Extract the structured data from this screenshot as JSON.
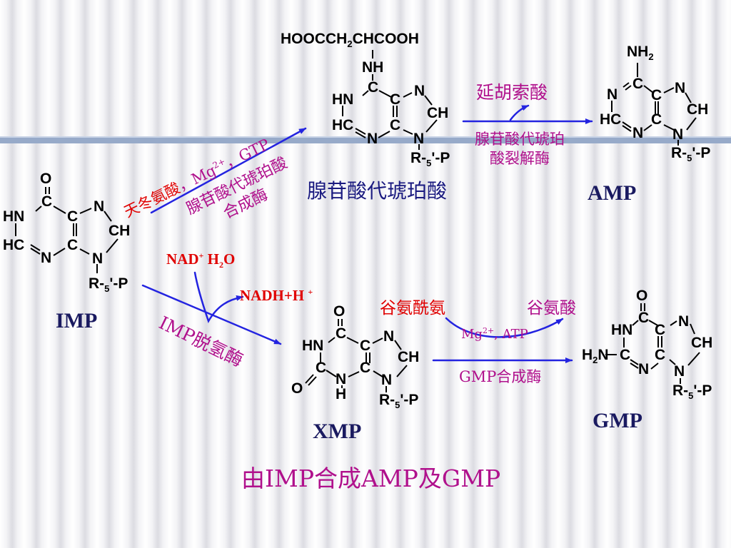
{
  "diagram": {
    "title": "由IMP合成AMP及GMP",
    "compounds": {
      "imp": {
        "name": "IMP",
        "ring_atoms": {
          "o": "O",
          "c6": "C",
          "hn": "HN",
          "c5": "C",
          "n7": "N",
          "hc2": "HC",
          "n3": "N",
          "c4": "C",
          "ch8": "CH",
          "n9": "N",
          "r": "R-",
          "sub5": "5",
          "p": "'-P"
        }
      },
      "adenylosuccinate": {
        "name": "腺苷酸代琥珀酸",
        "top_group": "HOOCCH",
        "top_sub": "2",
        "top_tail": "CHCOOH",
        "nh": "NH",
        "ring_atoms": {
          "c6": "C",
          "hn": "HN",
          "c5": "C",
          "n7": "N",
          "hc2": "HC",
          "n3": "N",
          "c4": "C",
          "ch8": "CH",
          "n9": "N",
          "r": "R-",
          "sub5": "5",
          "p": "'-P"
        }
      },
      "amp": {
        "name": "AMP",
        "nh2": "NH",
        "nh2_sub": "2",
        "ring_atoms": {
          "c6": "C",
          "n1": "N",
          "c5": "C",
          "n7": "N",
          "hc2": "HC",
          "n3": "N",
          "c4": "C",
          "ch8": "CH",
          "n9": "N",
          "r": "R-",
          "sub5": "5",
          "p": "'-P"
        }
      },
      "xmp": {
        "name": "XMP",
        "ring_atoms": {
          "o6": "O",
          "c6": "C",
          "hn": "HN",
          "c5": "C",
          "n7": "N",
          "c2": "C",
          "o2": "O",
          "n3": "N",
          "h3": "H",
          "c4": "C",
          "ch8": "CH",
          "n9": "N",
          "r": "R-",
          "sub5": "5",
          "p": "'-P"
        }
      },
      "gmp": {
        "name": "GMP",
        "nh2": "H",
        "nh2_sub": "2",
        "nh2_tail": "N",
        "ring_atoms": {
          "o6": "O",
          "c6": "C",
          "hn": "HN",
          "c5": "C",
          "n7": "N",
          "c2": "C",
          "n3": "N",
          "c4": "C",
          "ch8": "CH",
          "n9": "N",
          "r": "R-",
          "sub5": "5",
          "p": "'-P"
        }
      }
    },
    "reactions": {
      "imp_to_adenylosuccinate": {
        "substrate": "天冬氨酸",
        "cofactor_mg": "，Mg",
        "mg_charge": "2+",
        "cofactor_tail": "，GTP",
        "enzyme_line1": "腺苷酸代琥珀酸",
        "enzyme_line2": "合成酶"
      },
      "adenylosuccinate_to_amp": {
        "product": "延胡索酸",
        "enzyme_line1": "腺苷酸代琥珀",
        "enzyme_line2": "酸裂解酶"
      },
      "imp_to_xmp": {
        "nad": "NAD",
        "nad_charge": "+",
        "water": "H",
        "water_sub": "2",
        "water_tail": "O",
        "nadh": "NADH+H",
        "nadh_charge": "+",
        "enzyme": "IMP脱氢酶"
      },
      "xmp_to_gmp": {
        "substrate": "谷氨酰氨",
        "product": "谷氨酸",
        "cofactor": "Mg",
        "cofactor_charge": "2+",
        "cofactor_tail": ", ATP",
        "enzyme": "GMP合成酶"
      }
    },
    "colors": {
      "arrow": "#2323e0",
      "magenta": "#b0108c",
      "red": "#e00000",
      "name": "#1a1a60",
      "band": "#97aac9"
    }
  }
}
